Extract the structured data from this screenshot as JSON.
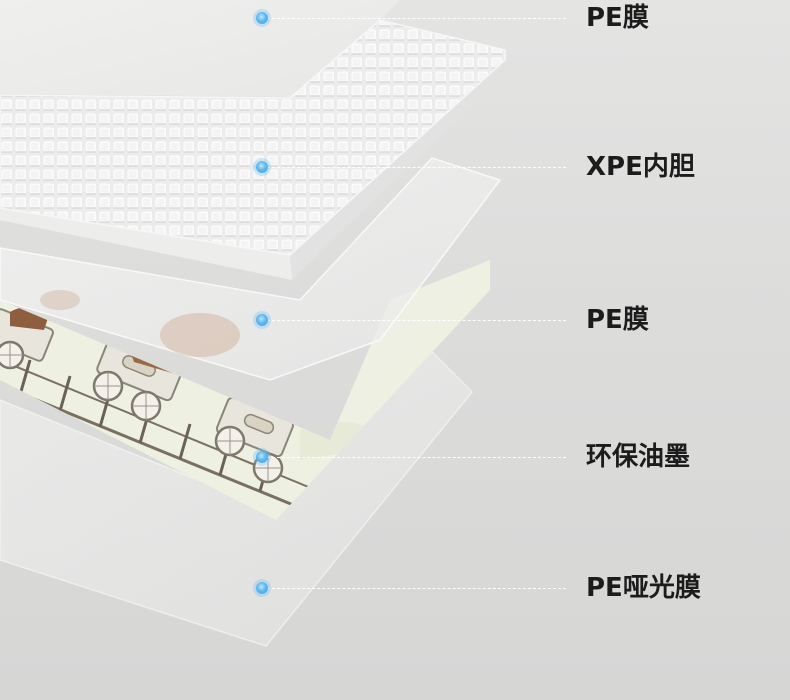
{
  "layers": [
    {
      "id": "pe-top",
      "label": "PE膜"
    },
    {
      "id": "xpe",
      "label": "XPE内胆"
    },
    {
      "id": "pe-mid",
      "label": "PE膜"
    },
    {
      "id": "ink",
      "label": "环保油墨"
    },
    {
      "id": "pe-matte",
      "label": "PE哑光膜"
    }
  ],
  "colors": {
    "marker": "#4aaceb",
    "leader": "#ffffff",
    "label_text": "#1c1c1c",
    "background": "#dcdcdb",
    "foam": "#f2f2f2",
    "print_base": "#eef0e3"
  }
}
